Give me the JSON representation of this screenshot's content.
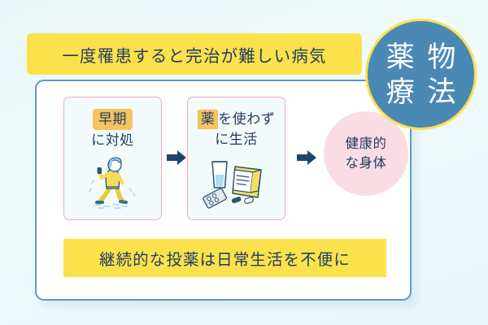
{
  "page": {
    "background_color": "#eaf7f8",
    "accent_yellow": "#FBE14C",
    "accent_blue": "#4A89B4",
    "accent_pink": "#F2A8BE",
    "text_navy": "#1F3C5E",
    "highlight_amber": "#F6C35F"
  },
  "top_banner": {
    "text": "一度罹患すると完治が難しい病気"
  },
  "badge": {
    "line1": "薬 物",
    "line2": "療 法",
    "circle_color": "#4A89B4",
    "ring_color": "#FBE14C"
  },
  "flow": {
    "steps": [
      {
        "highlight": "早期",
        "rest": "",
        "line2": "に対処",
        "illustration": "walking-person-icon"
      },
      {
        "highlight": "薬",
        "rest": "を使わず",
        "line2": "に生活",
        "illustration": "water-glass-medicine-icon"
      }
    ],
    "arrows": [
      {
        "name": "flow-arrow-1"
      },
      {
        "name": "flow-arrow-2"
      }
    ],
    "result": {
      "line1": "健康的",
      "line2": "な身体",
      "fill_color": "#FADDE4"
    }
  },
  "bottom_banner": {
    "text": "継続的な投薬は日常生活を不便に"
  }
}
